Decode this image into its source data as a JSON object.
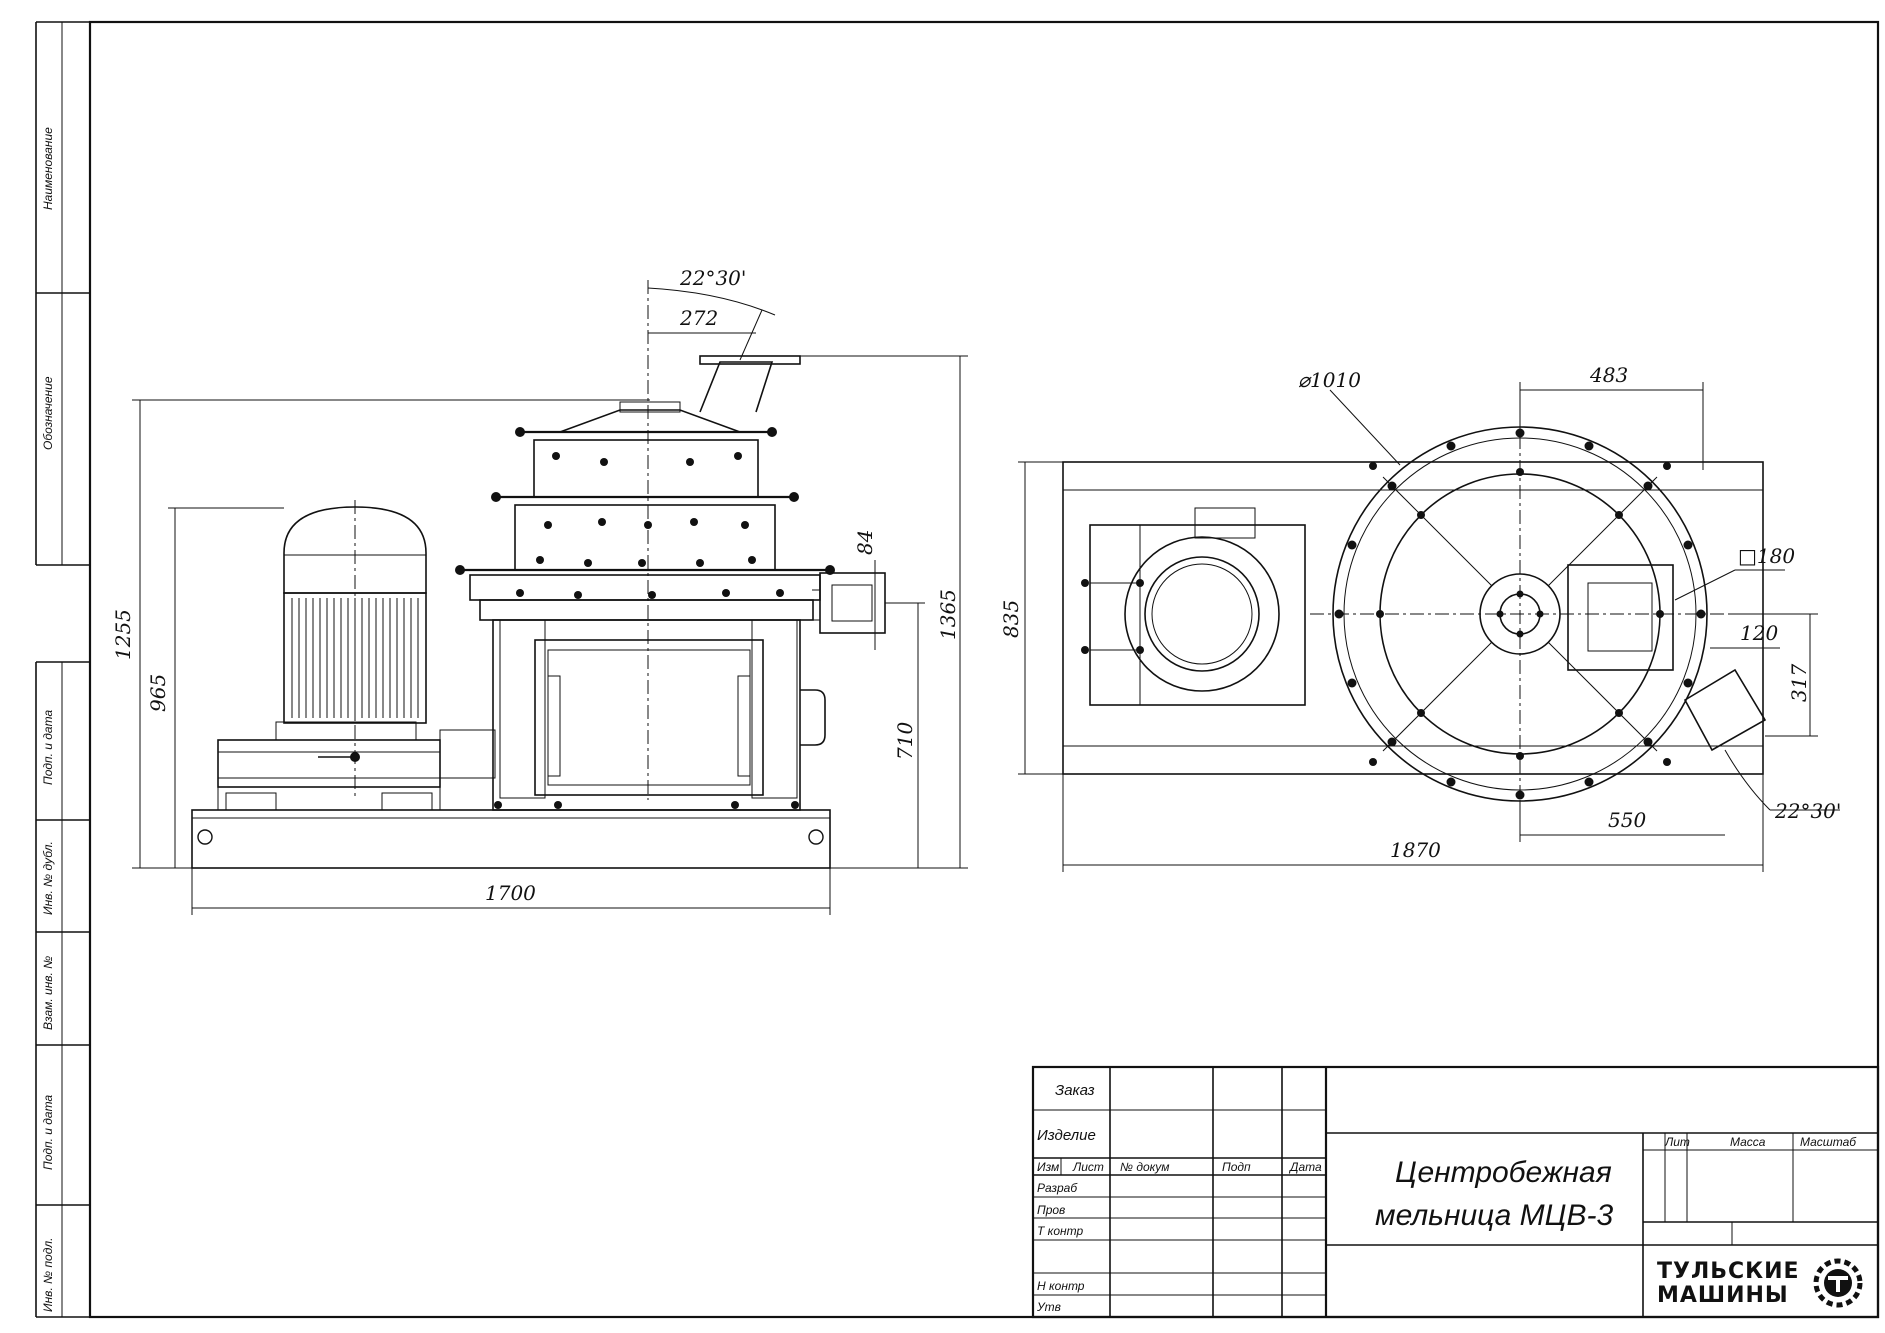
{
  "side_stamps": {
    "naimenovanie": "Наименование",
    "oboznachenie": "Обозначение",
    "podp_data_1": "Подп. и дата",
    "inv_dubl": "Инв. № дубл.",
    "vzam_inv": "Взам. инв. №",
    "podp_data_2": "Подп. и дата",
    "inv_podl": "Инв. № подл."
  },
  "front_view": {
    "dim_angle": "22°30'",
    "dim_272": "272",
    "dim_84": "84",
    "dim_1255": "1255",
    "dim_965": "965",
    "dim_1365": "1365",
    "dim_710": "710",
    "dim_1700": "1700"
  },
  "top_view": {
    "dim_diameter": "⌀1010",
    "dim_483": "483",
    "dim_square": "□180",
    "dim_120": "120",
    "dim_317": "317",
    "dim_835": "835",
    "dim_550": "550",
    "dim_1870": "1870",
    "dim_angle": "22°30'"
  },
  "title_block": {
    "zakaz": "Заказ",
    "izdelie": "Изделие",
    "col_izm": "Изм",
    "col_list": "Лист",
    "col_doc": "№ докум",
    "col_podp": "Подп",
    "col_data": "Дата",
    "row_razrab": "Разраб",
    "row_prov": "Пров",
    "row_tkontr": "Т контр",
    "row_nkontr": "Н контр",
    "row_utv": "Утв",
    "title_line1": "Центробежная",
    "title_line2": "мельница МЦВ-3",
    "lit": "Лит",
    "massa": "Масса",
    "masshtab": "Масштаб",
    "company_line1": "ТУЛЬСКИЕ",
    "company_line2": "МАШИНЫ"
  }
}
